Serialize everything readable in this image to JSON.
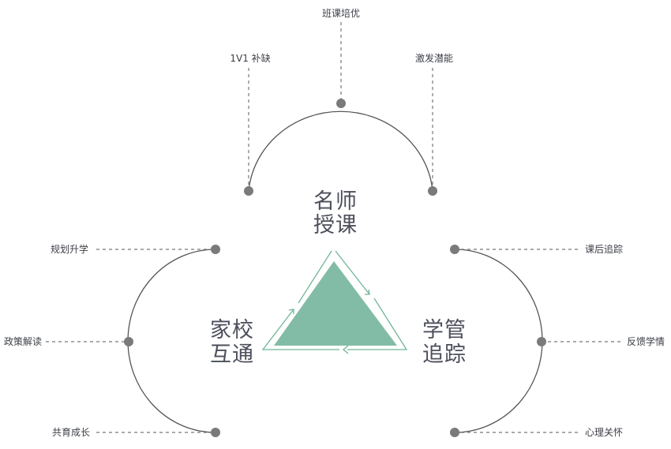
{
  "center": {
    "top": {
      "line1": "名师",
      "line2": "授课"
    },
    "left": {
      "line1": "家校",
      "line2": "互通"
    },
    "right": {
      "line1": "学管",
      "line2": "追踪"
    }
  },
  "top_branch": {
    "labels": [
      "1V1 补缺",
      "班课培优",
      "激发潜能"
    ]
  },
  "left_branch": {
    "labels": [
      "规划升学",
      "政策解读",
      "共育成长"
    ]
  },
  "right_branch": {
    "labels": [
      "课后追踪",
      "反馈学情",
      "心理关怀"
    ]
  },
  "colors": {
    "triangle_fill": "#82bca6",
    "triangle_outline": "#6fb597",
    "arc": "#555555",
    "dot": "#7a7a7a",
    "dash": "#777777"
  }
}
